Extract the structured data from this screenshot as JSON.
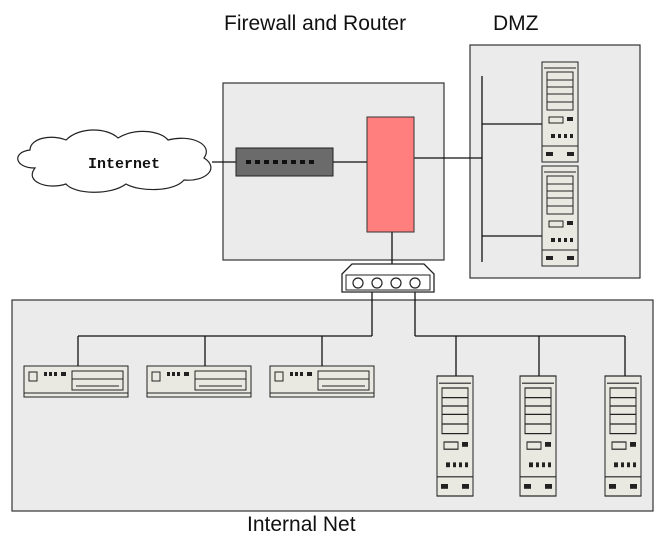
{
  "labels": {
    "firewall_router": "Firewall and Router",
    "dmz": "DMZ",
    "internet": "Internet",
    "internal_net": "Internal Net"
  },
  "colors": {
    "zone_fill": "#ebebeb",
    "firewall_fill": "#ff7f7f",
    "modem_fill": "#6b6b6b",
    "device_fill": "#e9e9e2"
  },
  "icons": {
    "cloud": "cloud-icon",
    "modem": "modem-icon",
    "firewall": "firewall-icon",
    "switch": "switch-icon",
    "tower": "server-tower-icon",
    "desktop": "desktop-pc-icon"
  }
}
